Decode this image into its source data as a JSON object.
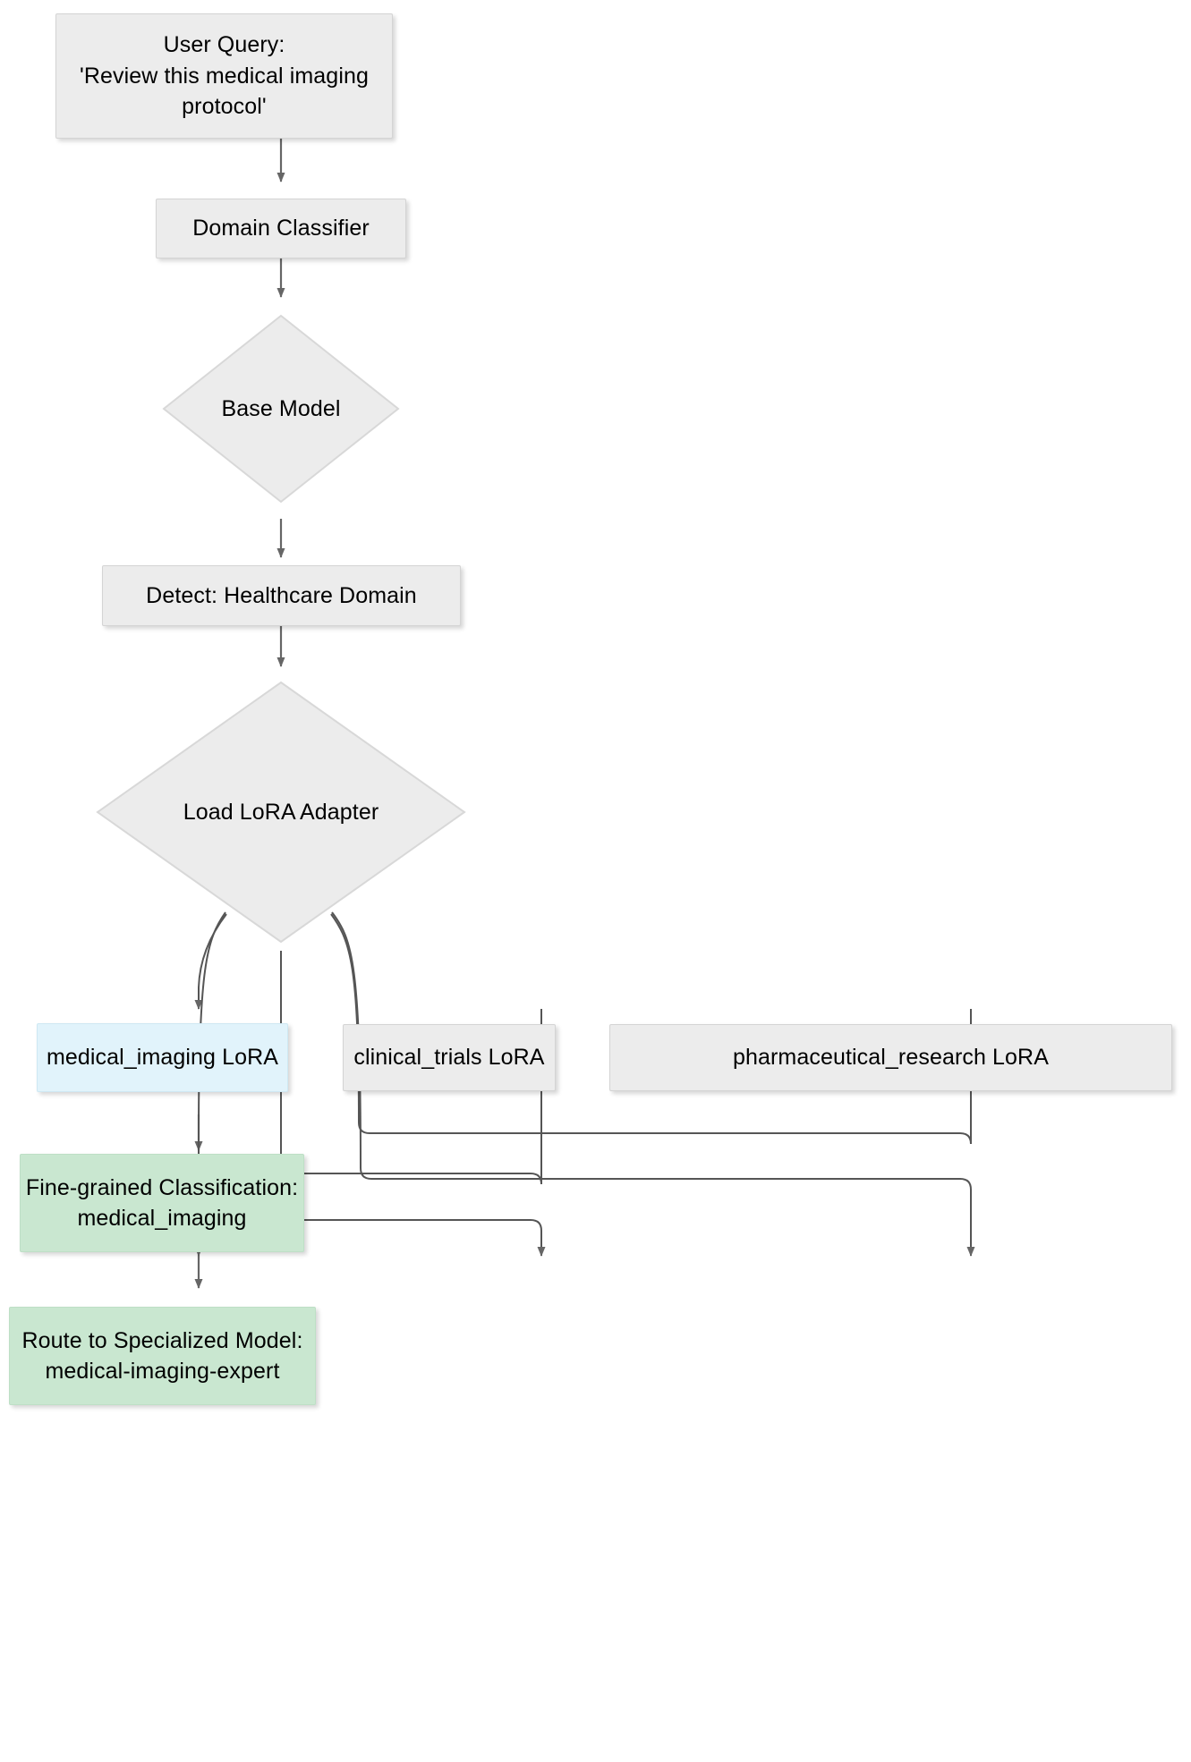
{
  "diagram": {
    "type": "flowchart",
    "direction": "top-down",
    "background": "#ffffff",
    "theme": {
      "node_fill": "#ececec",
      "node_stroke": "#d4d4d4",
      "highlight_fill": "#e1f3fb",
      "highlight_stroke": "#cfe8f3",
      "result_fill": "#c9e7d0",
      "result_stroke": "#bedfc6",
      "edge_color": "#555555",
      "text_color": "#000000"
    },
    "nodes": [
      {
        "id": "user-query",
        "label": "User Query:\n'Review this medical imaging\nprotocol'",
        "shape": "rect",
        "style": "default"
      },
      {
        "id": "domain-classifier",
        "label": "Domain Classifier",
        "shape": "rect",
        "style": "default"
      },
      {
        "id": "base-model",
        "label": "Base Model",
        "shape": "diamond",
        "style": "default"
      },
      {
        "id": "detect-healthcare-domain",
        "label": "Detect: Healthcare Domain",
        "shape": "rect",
        "style": "default"
      },
      {
        "id": "load-lora-adapter",
        "label": "Load LoRA Adapter",
        "shape": "diamond",
        "style": "default"
      },
      {
        "id": "medical-imaging-lora",
        "label": "medical_imaging LoRA",
        "shape": "rect",
        "style": "highlight"
      },
      {
        "id": "clinical-trials-lora",
        "label": "clinical_trials LoRA",
        "shape": "rect",
        "style": "default"
      },
      {
        "id": "pharmaceutical-research-lora",
        "label": "pharmaceutical_research LoRA",
        "shape": "rect",
        "style": "default"
      },
      {
        "id": "fine-grained-classification",
        "label": "Fine-grained Classification:\nmedical_imaging",
        "shape": "rect",
        "style": "result"
      },
      {
        "id": "route-to-specialized-model",
        "label": "Route to Specialized Model:\nmedical-imaging-expert",
        "shape": "rect",
        "style": "result"
      }
    ],
    "edges": [
      {
        "from": "user-query",
        "to": "domain-classifier"
      },
      {
        "from": "domain-classifier",
        "to": "base-model"
      },
      {
        "from": "base-model",
        "to": "detect-healthcare-domain"
      },
      {
        "from": "detect-healthcare-domain",
        "to": "load-lora-adapter"
      },
      {
        "from": "load-lora-adapter",
        "to": "medical-imaging-lora"
      },
      {
        "from": "load-lora-adapter",
        "to": "clinical-trials-lora"
      },
      {
        "from": "load-lora-adapter",
        "to": "pharmaceutical-research-lora"
      },
      {
        "from": "medical-imaging-lora",
        "to": "fine-grained-classification"
      },
      {
        "from": "fine-grained-classification",
        "to": "route-to-specialized-model"
      }
    ]
  }
}
